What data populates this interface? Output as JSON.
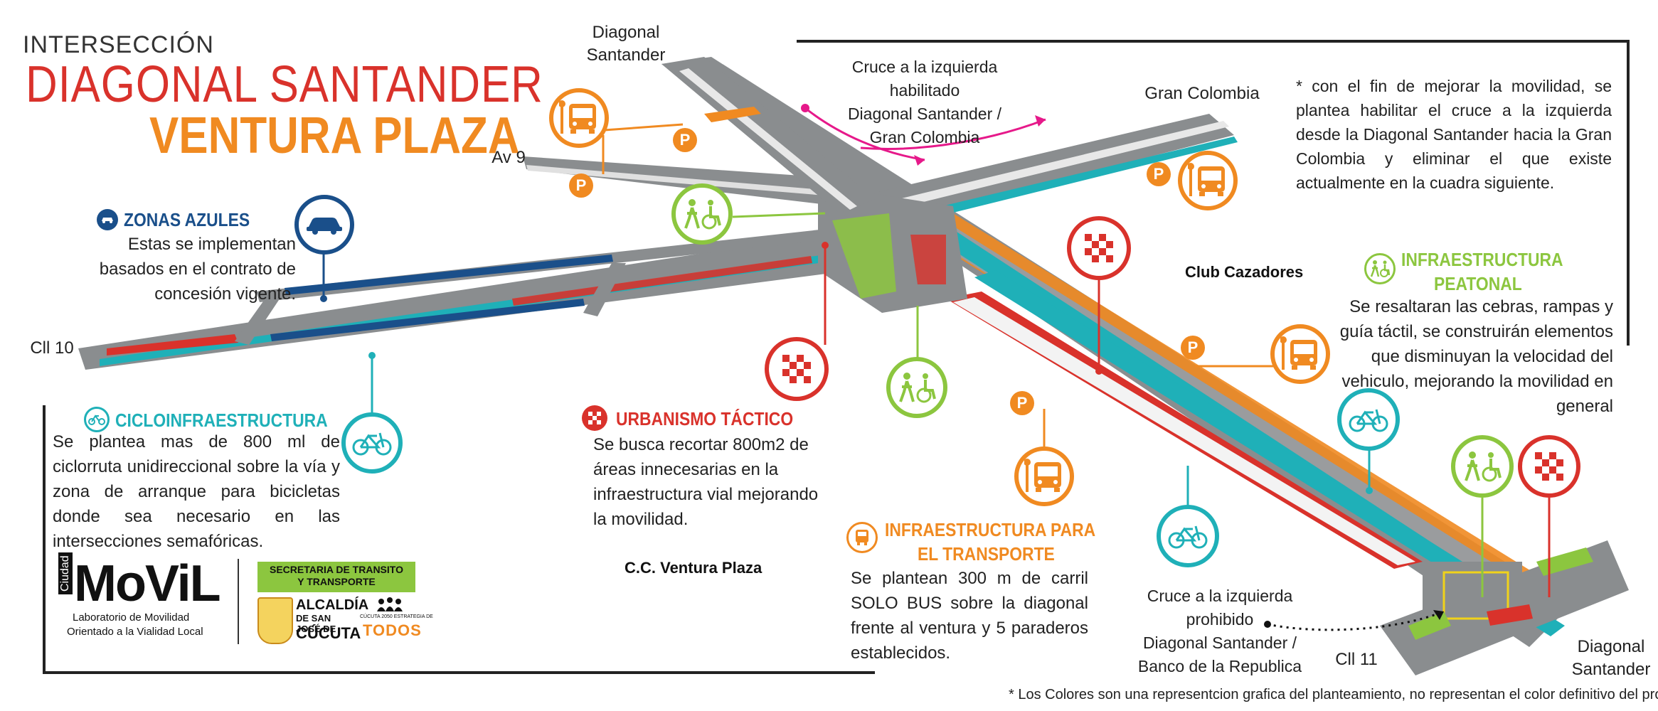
{
  "title": {
    "line1": "INTERSECCIÓN",
    "line2": "DIAGONAL SANTANDER",
    "line3": "VENTURA PLAZA"
  },
  "colors": {
    "red": "#d9322b",
    "orange": "#f08a21",
    "green": "#8cc63f",
    "teal": "#1fb0b8",
    "blue": "#1a4f8a",
    "magenta": "#e6198a",
    "road": "#8a8d8f"
  },
  "roads": {
    "diagonal_top": "Diagonal\nSantander",
    "gran_colombia": "Gran Colombia",
    "av9": "Av 9",
    "cll10": "Cll 10",
    "cll11": "Cll 11",
    "diagonal_bottom": "Diagonal\nSantander"
  },
  "places": {
    "club": "Club Cazadores",
    "ventura": "C.C. Ventura Plaza"
  },
  "annotations": {
    "left_turn_enabled": "Cruce a la izquierda\nhabilitado\nDiagonal Santander /\nGran Colombia",
    "left_turn_prohibited": "Cruce a la izquierda\nprohibido\nDiagonal Santander /\nBanco de la Republica"
  },
  "note_top": "* con el fin de mejorar la movilidad, se plantea habilitar el cruce a la izquierda desde la Diagonal Santander hacia la Gran Colombia y eliminar el que existe actualmente en la cuadra siguiente.",
  "footnote": "* Los Colores son una representcion grafica del planteamiento, no representan el color definitivo del proyecto",
  "sections": {
    "zonas_azules": {
      "title": "ZONAS AZULES",
      "body": "Estas se implementan basados en el contrato de concesión vigente."
    },
    "ciclo": {
      "title": "CICLOINFRAESTRUCTURA",
      "body": "Se plantea mas de 800 ml de ciclorruta unidireccional sobre la vía y zona de arranque para bicicletas donde sea necesario en las intersecciones semafóricas."
    },
    "urbanismo": {
      "title": "URBANISMO TÁCTICO",
      "body": "Se busca recortar 800m2 de áreas innecesarias en la infraestructura vial mejorando la movilidad."
    },
    "transporte": {
      "title_line1": "INFRAESTRUCTURA PARA",
      "title_line2": "EL TRANSPORTE",
      "body": "Se plantean 300 m de carril SOLO BUS sobre la diagonal frente al ventura y 5 paraderos establecidos."
    },
    "peatonal": {
      "title_line1": "INFRAESTRUCTURA",
      "title_line2": "PEATONAL",
      "body": "Se resaltaran las cebras, rampas y guía táctil, se construirán elementos que disminuyan la velocidad del vehiculo, mejorando la movilidad en general"
    }
  },
  "logos": {
    "ciudad": "Ciudad",
    "movil": "MoViL",
    "lab_line1": "Laboratorio de Movilidad",
    "lab_line2": "Orientado a la Vialidad Local",
    "secretaria": "SECRETARIA DE TRANSITO\nY TRANSPORTE",
    "alcaldia_line1": "ALCALDÍA",
    "alcaldia_line2": "DE SAN JOSÉ DE",
    "alcaldia_line3": "CÚCUTA",
    "todos_top": "CÚCUTA 2050 ESTRATEGIA DE",
    "todos": "TODOS"
  },
  "parking_letter": "P"
}
